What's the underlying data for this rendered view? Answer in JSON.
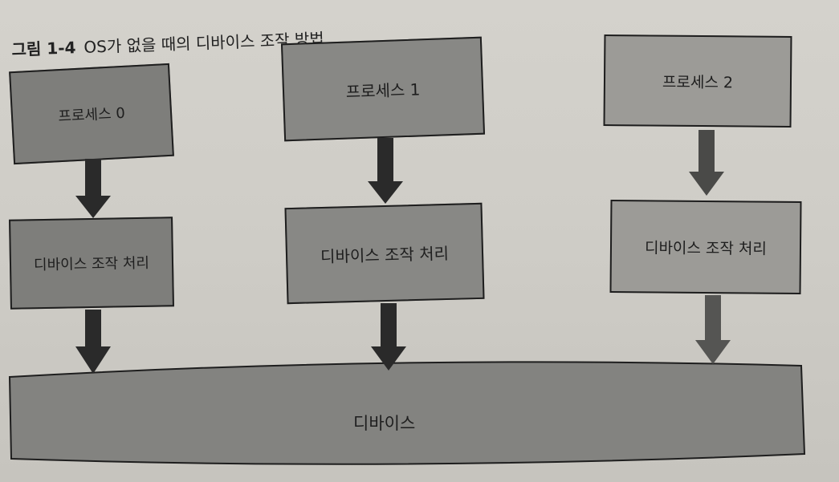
{
  "figure": {
    "number": "그림 1-4",
    "title": "OS가 없을 때의 디바이스 조작 방법"
  },
  "columns": [
    {
      "process": "프로세스 0",
      "handler": "디바이스 조작 처리"
    },
    {
      "process": "프로세스 1",
      "handler": "디바이스 조작 처리"
    },
    {
      "process": "프로세스 2",
      "handler": "디바이스 조작 처리"
    }
  ],
  "device": {
    "label": "디바이스"
  },
  "colors": {
    "box_dark": "#7e7e7b",
    "box_mid": "#888885",
    "box_light": "#9c9b97",
    "arrow": "#2a2a2a",
    "background": "#d0cec8"
  }
}
